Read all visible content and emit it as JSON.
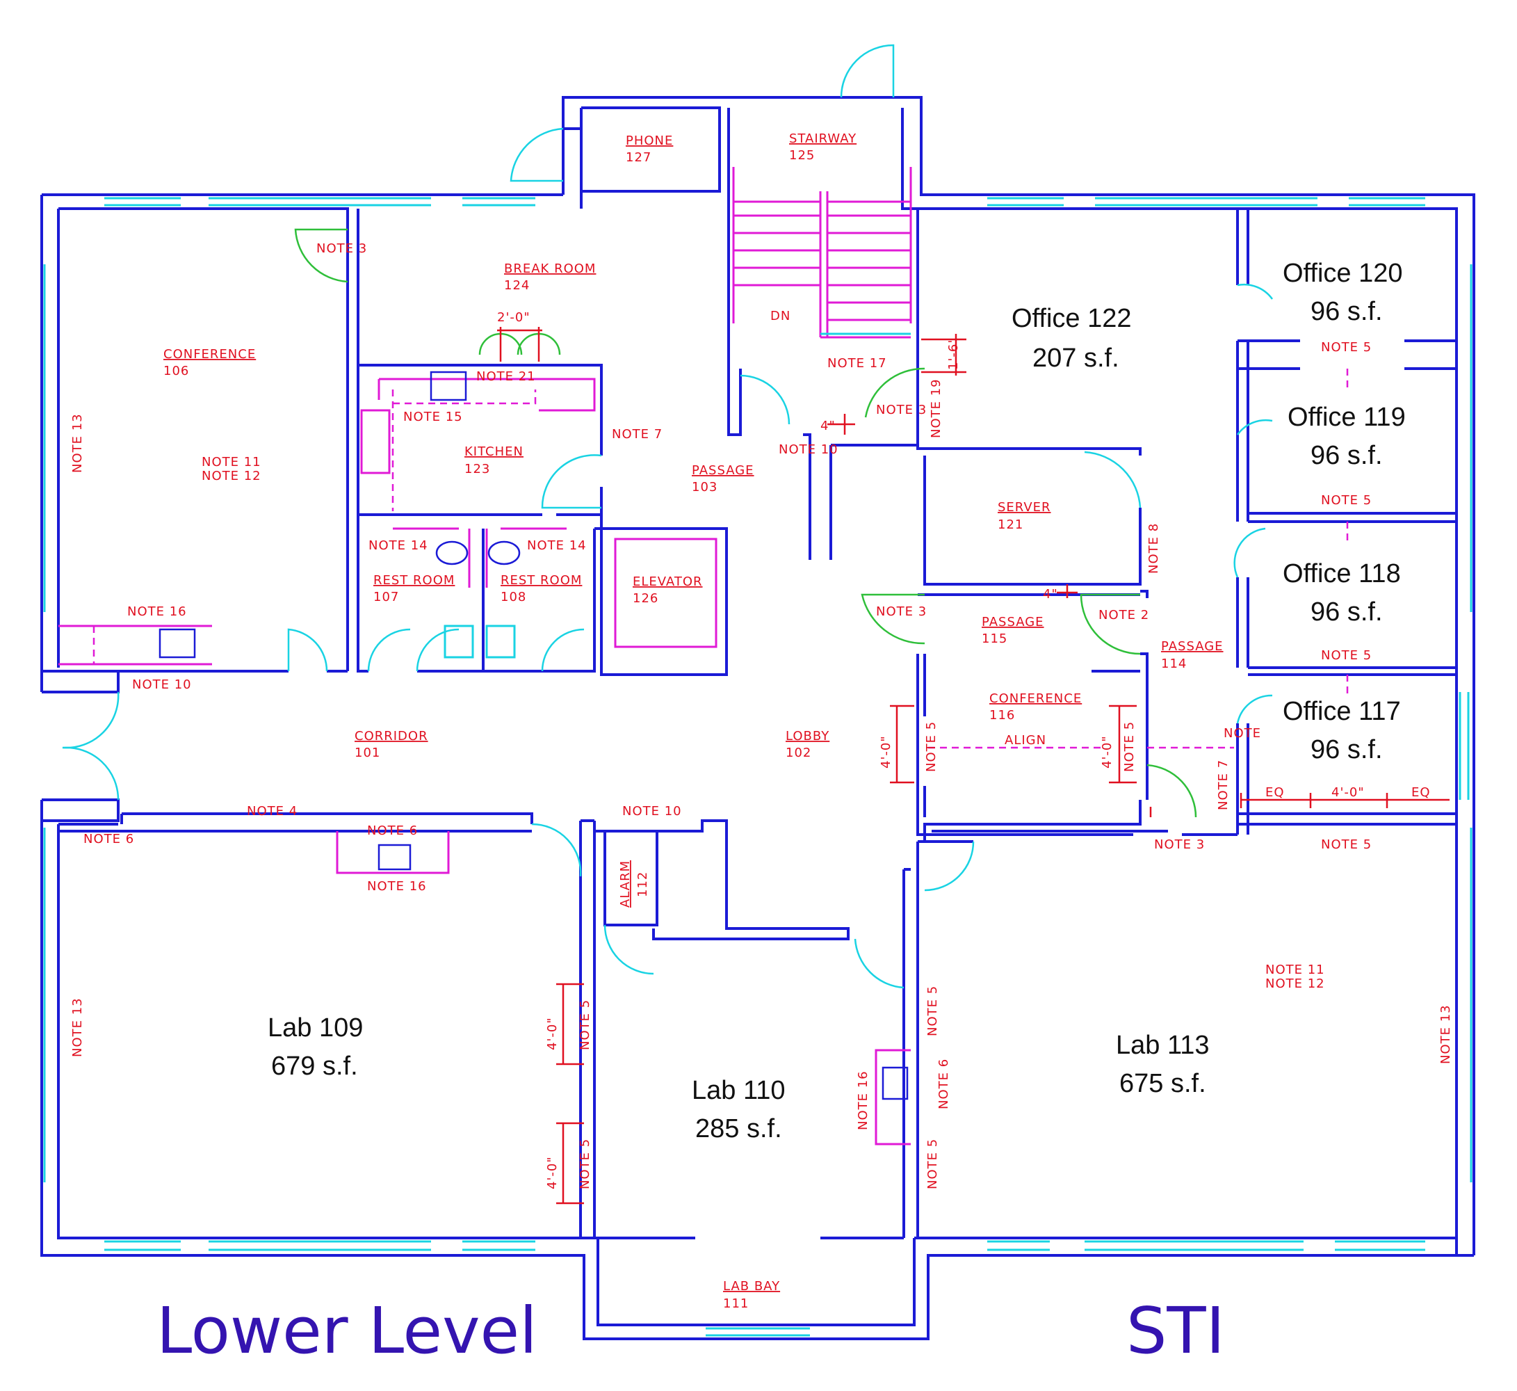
{
  "titles": {
    "left": "Lower Level",
    "right": "STI"
  },
  "offices": [
    {
      "name": "Office 120",
      "area": "96 s.f."
    },
    {
      "name": "Office 119",
      "area": "96 s.f."
    },
    {
      "name": "Office 118",
      "area": "96 s.f."
    },
    {
      "name": "Office 117",
      "area": "96 s.f."
    },
    {
      "name": "Office 122",
      "area": "207 s.f."
    }
  ],
  "labs": [
    {
      "name": "Lab 109",
      "area": "679 s.f."
    },
    {
      "name": "Lab 110",
      "area": "285 s.f."
    },
    {
      "name": "Lab 113",
      "area": "675 s.f."
    }
  ],
  "rooms": [
    {
      "name": "PHONE",
      "num": "127"
    },
    {
      "name": "STAIRWAY",
      "num": "125"
    },
    {
      "name": "BREAK ROOM",
      "num": "124"
    },
    {
      "name": "CONFERENCE",
      "num": "106"
    },
    {
      "name": "KITCHEN",
      "num": "123"
    },
    {
      "name": "PASSAGE",
      "num": "103"
    },
    {
      "name": "SERVER",
      "num": "121"
    },
    {
      "name": "REST ROOM",
      "num": "107"
    },
    {
      "name": "REST ROOM",
      "num": "108"
    },
    {
      "name": "ELEVATOR",
      "num": "126"
    },
    {
      "name": "PASSAGE",
      "num": "115"
    },
    {
      "name": "PASSAGE",
      "num": "114"
    },
    {
      "name": "CONFERENCE",
      "num": "116"
    },
    {
      "name": "CORRIDOR",
      "num": "101"
    },
    {
      "name": "LOBBY",
      "num": "102"
    },
    {
      "name": "ALARM",
      "num": "112"
    },
    {
      "name": "LAB BAY",
      "num": "111"
    }
  ],
  "notes": {
    "n3": "NOTE 3",
    "n4": "NOTE 4",
    "n5": "NOTE 5",
    "n6": "NOTE 6",
    "n7": "NOTE 7",
    "n8": "NOTE 8",
    "n10": "NOTE 10",
    "n11": "NOTE 11",
    "n12": "NOTE 12",
    "n13": "NOTE 13",
    "n14": "NOTE 14",
    "n15": "NOTE 15",
    "n16": "NOTE 16",
    "n17": "NOTE 17",
    "n19": "NOTE 19",
    "n2": "NOTE 2",
    "n21": "NOTE 21",
    "note": "NOTE"
  },
  "dims": {
    "two": "2'-0\"",
    "four": "4'-0\"",
    "six": "1'-6\"",
    "four_in": "4\"",
    "eq": "EQ",
    "align": "ALIGN",
    "dn": "DN"
  }
}
